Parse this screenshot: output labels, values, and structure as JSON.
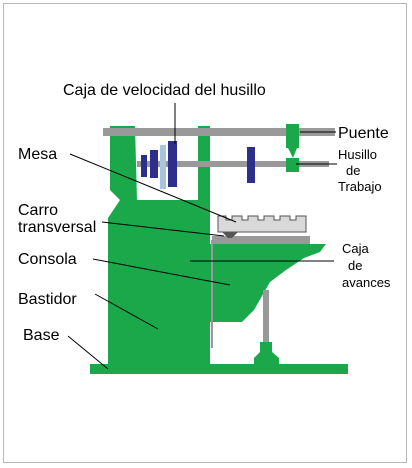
{
  "colors": {
    "machine_green": "#1aa84a",
    "shaft_gray": "#999999",
    "gear_navy": "#2e2e8c",
    "gear_light": "#a9c4dd",
    "table_light": "#d9d9d9",
    "leader": "#000000"
  },
  "labels": {
    "gearbox": "Caja de velocidad del husillo",
    "bridge": "Puente",
    "spindle_1": "Husillo",
    "spindle_2": "de",
    "spindle_3": "Trabajo",
    "table": "Mesa",
    "carriage_1": "Carro",
    "carriage_2": "transversal",
    "console": "Consola",
    "feedbox_1": "Caja",
    "feedbox_2": "de",
    "feedbox_3": "avances",
    "frame": "Bastidor",
    "base": "Base"
  }
}
